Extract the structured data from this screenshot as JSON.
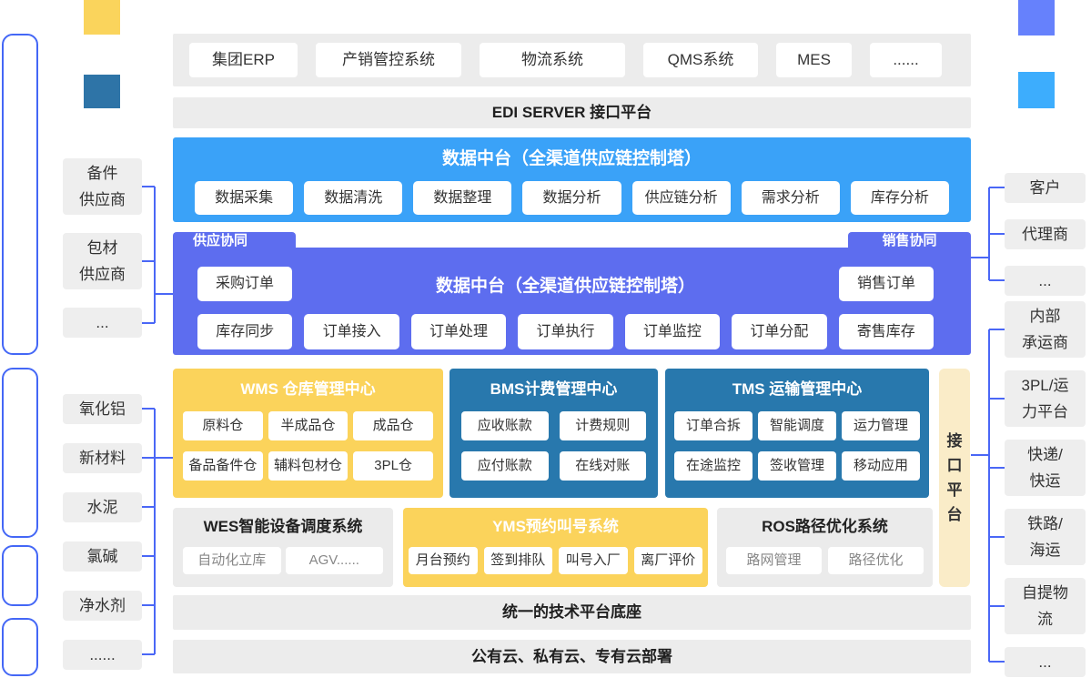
{
  "colors": {
    "light_blue_section": "#3AA2F8",
    "purple_section": "#5D6DEF",
    "steel_blue_section": "#2878AD",
    "yellow_section": "#FBD35B",
    "cream_bar": "#FAECC8",
    "gray_panel": "#ECECEC",
    "connector_blue": "#4A67F6",
    "corner_yellow": "#FAD45C",
    "corner_dark_blue": "#2E74A7",
    "corner_purple": "#6681FC",
    "corner_light_blue": "#3DADFD"
  },
  "top_systems": [
    "集团ERP",
    "产销管控系统",
    "物流系统",
    "QMS系统",
    "MES",
    "......"
  ],
  "edi_bar": {
    "label": "EDI SERVER 接口平台"
  },
  "data_mid_platform": {
    "title": "数据中台（全渠道供应链控制塔）",
    "items": [
      "数据采集",
      "数据清洗",
      "数据整理",
      "数据分析",
      "供应链分析",
      "需求分析",
      "库存分析"
    ]
  },
  "order_mid_platform": {
    "title": "数据中台（全渠道供应链控制塔）",
    "supply_tab": "供应协同",
    "sales_tab": "销售协同",
    "purchase_order": "采购订单",
    "sales_order": "销售订单",
    "items": [
      "库存同步",
      "订单接入",
      "订单处理",
      "订单执行",
      "订单监控",
      "订单分配",
      "寄售库存"
    ]
  },
  "wms": {
    "title": "WMS 仓库管理中心",
    "items": [
      "原料仓",
      "半成品仓",
      "成品仓",
      "备品备件仓",
      "辅料包材仓",
      "3PL仓"
    ]
  },
  "bms": {
    "title": "BMS计费管理中心",
    "items": [
      "应收账款",
      "计费规则",
      "应付账款",
      "在线对账"
    ]
  },
  "tms": {
    "title": "TMS 运输管理中心",
    "items": [
      "订单合拆",
      "智能调度",
      "运力管理",
      "在途监控",
      "签收管理",
      "移动应用"
    ]
  },
  "interface_platform": {
    "label": "接口平台"
  },
  "wes": {
    "title": "WES智能设备调度系统",
    "items": [
      "自动化立库",
      "AGV......"
    ]
  },
  "yms": {
    "title": "YMS预约叫号系统",
    "items": [
      "月台预约",
      "签到排队",
      "叫号入厂",
      "离厂评价"
    ]
  },
  "ros": {
    "title": "ROS路径优化系统",
    "items": [
      "路网管理",
      "路径优化"
    ]
  },
  "tech_base": {
    "label": "统一的技术平台底座"
  },
  "cloud_deploy": {
    "label": "公有云、私有云、专有云部署"
  },
  "left_sidebar": {
    "suppliers": [
      "备件\n供应商",
      "包材\n供应商",
      "..."
    ],
    "materials": [
      "氧化铝",
      "新材料",
      "水泥",
      "氯碱",
      "净水剂",
      "......"
    ]
  },
  "right_sidebar": {
    "customers": [
      "客户",
      "代理商",
      "..."
    ],
    "logistics": [
      "内部\n承运商",
      "3PL/运\n力平台",
      "快递/\n快运",
      "铁路/\n海运",
      "自提物\n流",
      "..."
    ]
  }
}
